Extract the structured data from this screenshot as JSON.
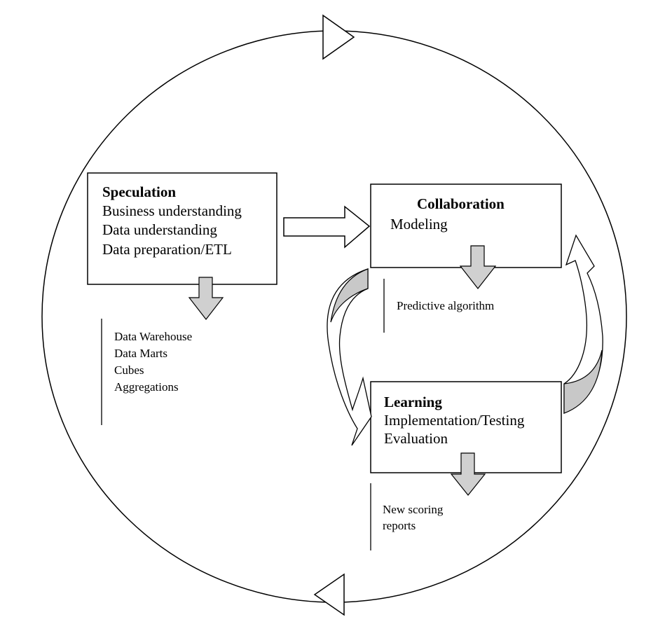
{
  "speculation": {
    "title": "Speculation",
    "lines": [
      "Business understanding",
      "Data understanding",
      "Data preparation/ETL"
    ],
    "outputs": [
      "Data Warehouse",
      "Data Marts",
      "Cubes",
      "Aggregations"
    ]
  },
  "collaboration": {
    "title": "Collaboration",
    "lines": [
      "Modeling"
    ],
    "outputs": [
      "Predictive algorithm"
    ]
  },
  "learning": {
    "title": "Learning",
    "lines": [
      "Implementation/Testing",
      "Evaluation"
    ],
    "outputs": [
      "New scoring",
      "reports"
    ]
  },
  "colors": {
    "stroke": "#000000",
    "arrow_fill": "#d0d0d0",
    "background": "#ffffff"
  }
}
